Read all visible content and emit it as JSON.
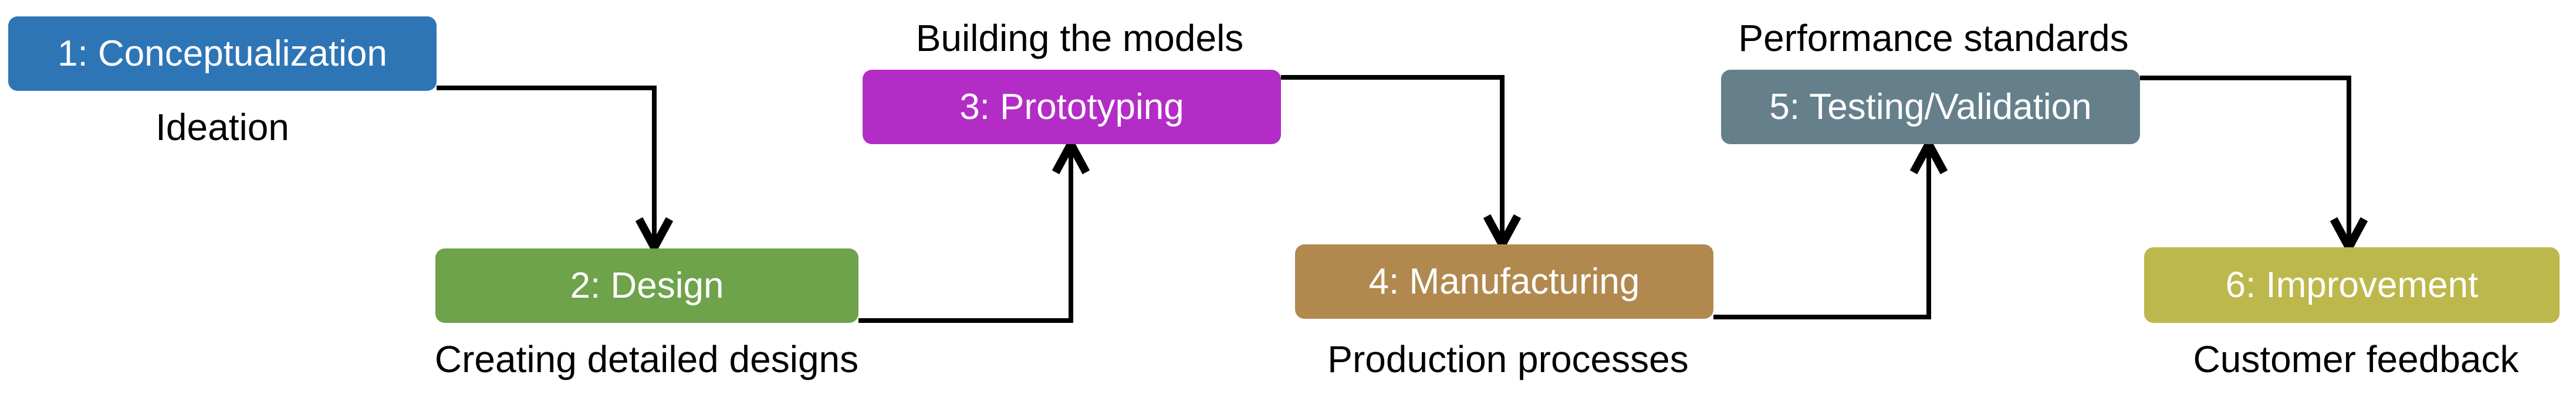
{
  "diagram": {
    "type": "process-flowchart",
    "background": "#ffffff",
    "connector_color": "#000000",
    "stages": [
      {
        "box_label": "1: Conceptualization",
        "description": "Ideation",
        "box_color": "#2e75b5",
        "label_color": "#ffffff",
        "description_position": "below"
      },
      {
        "box_label": "2: Design",
        "description": "Creating detailed designs",
        "box_color": "#6ea24b",
        "label_color": "#ffffff",
        "description_position": "below"
      },
      {
        "box_label": "3: Prototyping",
        "description": "Building the models",
        "box_color": "#b32cc6",
        "label_color": "#ffffff",
        "description_position": "above"
      },
      {
        "box_label": "4: Manufacturing",
        "description": "Production processes",
        "box_color": "#b1894f",
        "label_color": "#ffffff",
        "description_position": "below"
      },
      {
        "box_label": "5: Testing/Validation",
        "description": "Performance standards",
        "box_color": "#66808b",
        "label_color": "#ffffff",
        "description_position": "above"
      },
      {
        "box_label": "6: Improvement",
        "description": "Customer feedback",
        "box_color": "#bcb84c",
        "label_color": "#ffffff",
        "description_position": "below"
      }
    ]
  }
}
